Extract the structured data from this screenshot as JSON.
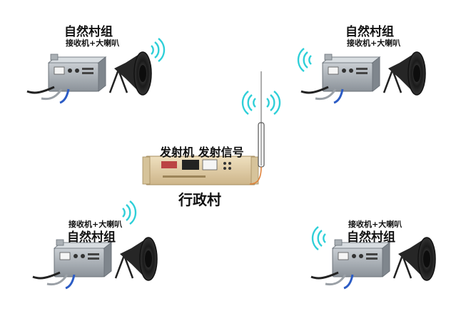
{
  "diagram": {
    "transmitter": {
      "caption": "发射机 发射信号",
      "label": "行政村"
    },
    "receivers": [
      {
        "group": "自然村组",
        "equipment": "接收机+大喇叭"
      },
      {
        "group": "自然村组",
        "equipment": "接收机+大喇叭"
      },
      {
        "group": "自然村组",
        "equipment": "接收机+大喇叭"
      },
      {
        "group": "自然村组",
        "equipment": "接收机+大喇叭"
      }
    ],
    "colors": {
      "signal_wave": "#2ecfd8",
      "receiver_box": "#9fa6ad",
      "horn": "#222222",
      "transmitter_panel": "#e3cfa6",
      "antenna_cable": "#e0823a"
    }
  }
}
